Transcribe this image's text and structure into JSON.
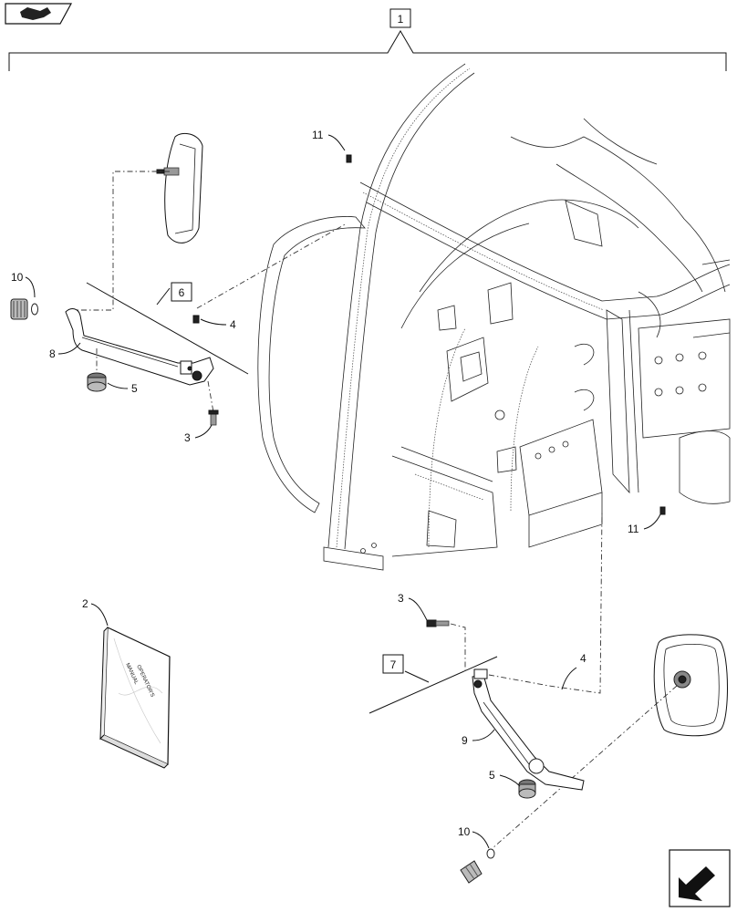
{
  "header": {
    "icon": "assembly-arrow-icon"
  },
  "footer": {
    "icon": "next-page-arrow-icon"
  },
  "assembly_ref": "1",
  "sub_refs": {
    "left_arm": "6",
    "right_arm": "7"
  },
  "callouts": {
    "c11_top": "11",
    "c10_left": "10",
    "c8": "8",
    "c5_left": "5",
    "c4_left": "4",
    "c3_left": "3",
    "c11_right": "11",
    "c2": "2",
    "c3_right": "3",
    "c4_right": "4",
    "c9": "9",
    "c5_right": "5",
    "c10_right": "10"
  },
  "manual_cover_text": [
    "OPERATOR'S",
    "MANUAL"
  ]
}
